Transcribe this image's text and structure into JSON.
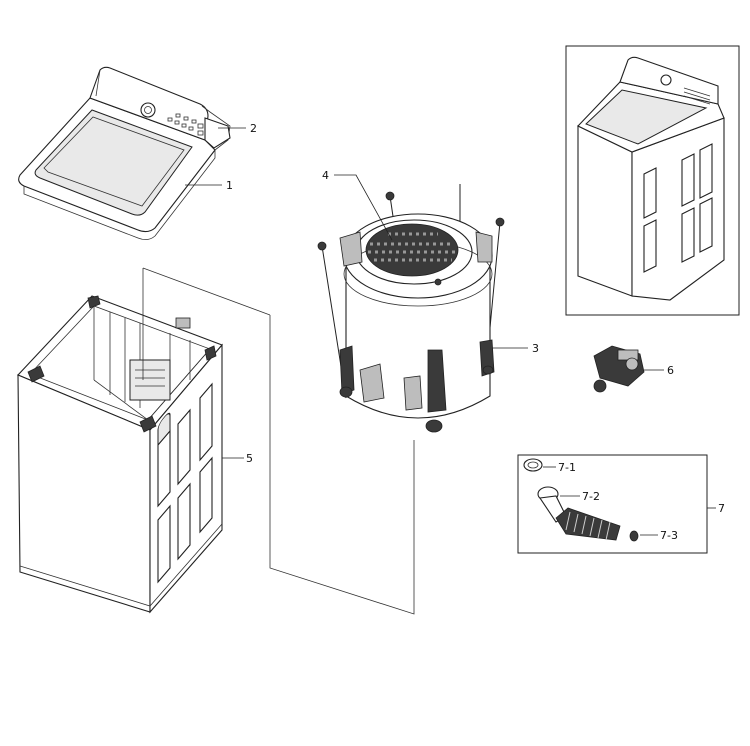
{
  "callouts": {
    "c1": "1",
    "c2": "2",
    "c3": "3",
    "c4": "4",
    "c5": "5",
    "c6": "6",
    "c7": "7",
    "c7_1": "7-1",
    "c7_2": "7-2",
    "c7_3": "7-3"
  },
  "parts": [
    {
      "callout": "1",
      "icon": "top-cover-lid"
    },
    {
      "callout": "2",
      "icon": "control-panel"
    },
    {
      "callout": "3",
      "icon": "tub-assembly"
    },
    {
      "callout": "4",
      "icon": "tub-cover-mesh"
    },
    {
      "callout": "5",
      "icon": "cabinet-frame"
    },
    {
      "callout": "6",
      "icon": "valve-bracket"
    },
    {
      "callout": "7",
      "icon": "drain-hose-kit"
    },
    {
      "callout": "7-1",
      "icon": "hose-clamp"
    },
    {
      "callout": "7-2",
      "icon": "drain-hose"
    },
    {
      "callout": "7-3",
      "icon": "small-clamp"
    }
  ]
}
